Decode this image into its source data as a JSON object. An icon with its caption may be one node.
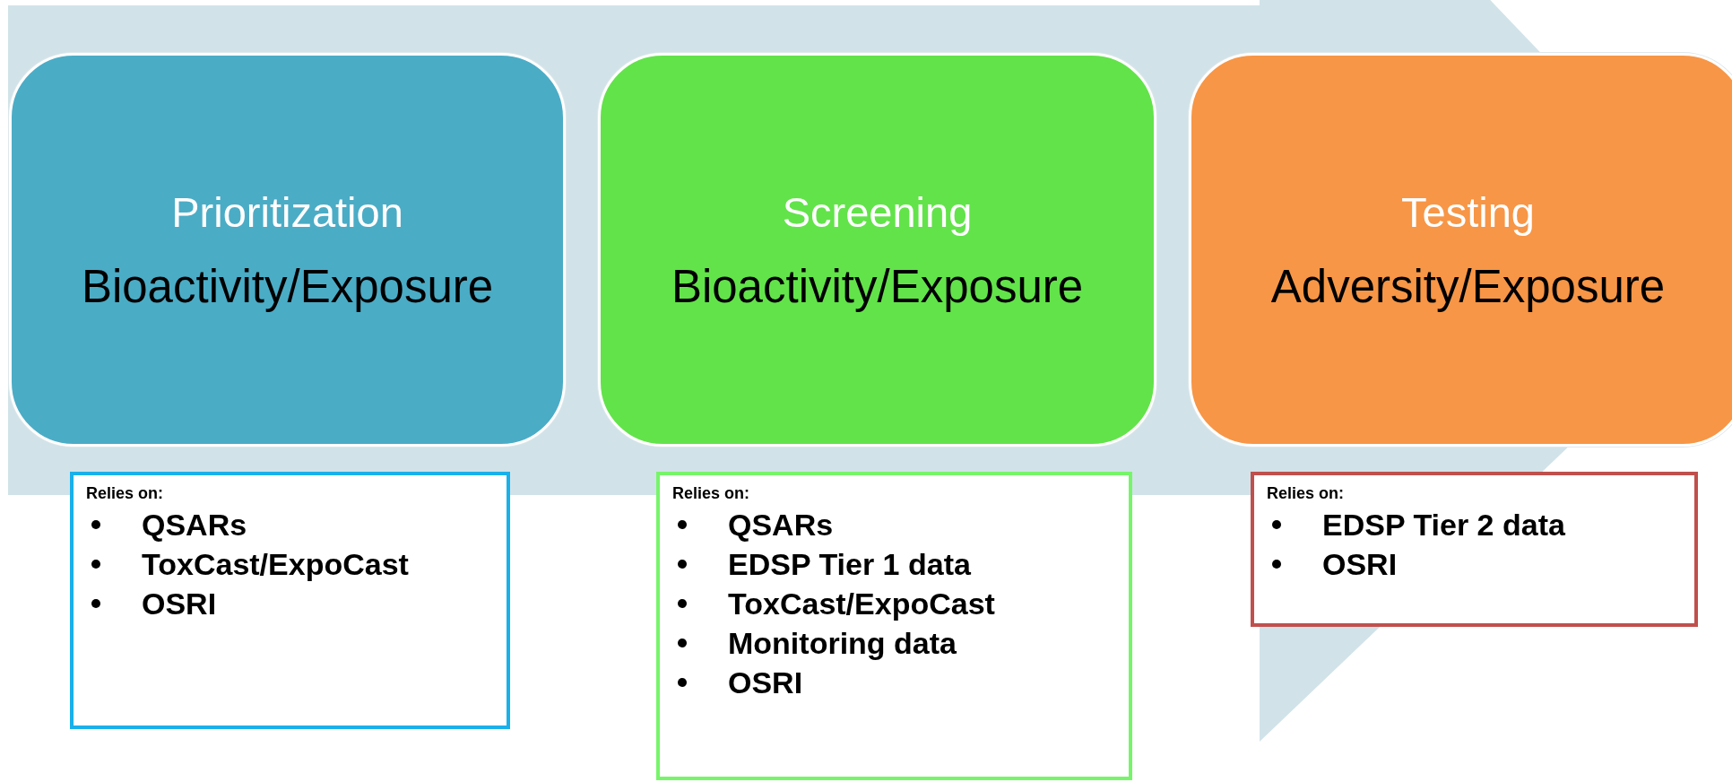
{
  "diagram": {
    "nodes": [
      {
        "text": [
          "Prioritization",
          "Bioactivity/Exposure"
        ]
      },
      {
        "text": [
          "Screening",
          "Bioactivity/Exposure"
        ]
      },
      {
        "text": [
          "Testing",
          "Adversity/Exposure"
        ]
      },
      {
        "text": [
          "Relies on:",
          "QSARs",
          "ToxCast/ExpoCast",
          "OSRI"
        ]
      },
      {
        "text": [
          "Relies on:",
          "QSARs",
          "EDSP Tier 1 data",
          "ToxCast/ExpoCast",
          "Monitoring data",
          "OSRI"
        ]
      },
      {
        "text": [
          "Relies on:",
          "EDSP Tier 2 data",
          "OSRI"
        ]
      }
    ],
    "edges": [
      {
        "from": 0,
        "to": 2,
        "arrow": "to",
        "style": "thick"
      }
    ]
  }
}
